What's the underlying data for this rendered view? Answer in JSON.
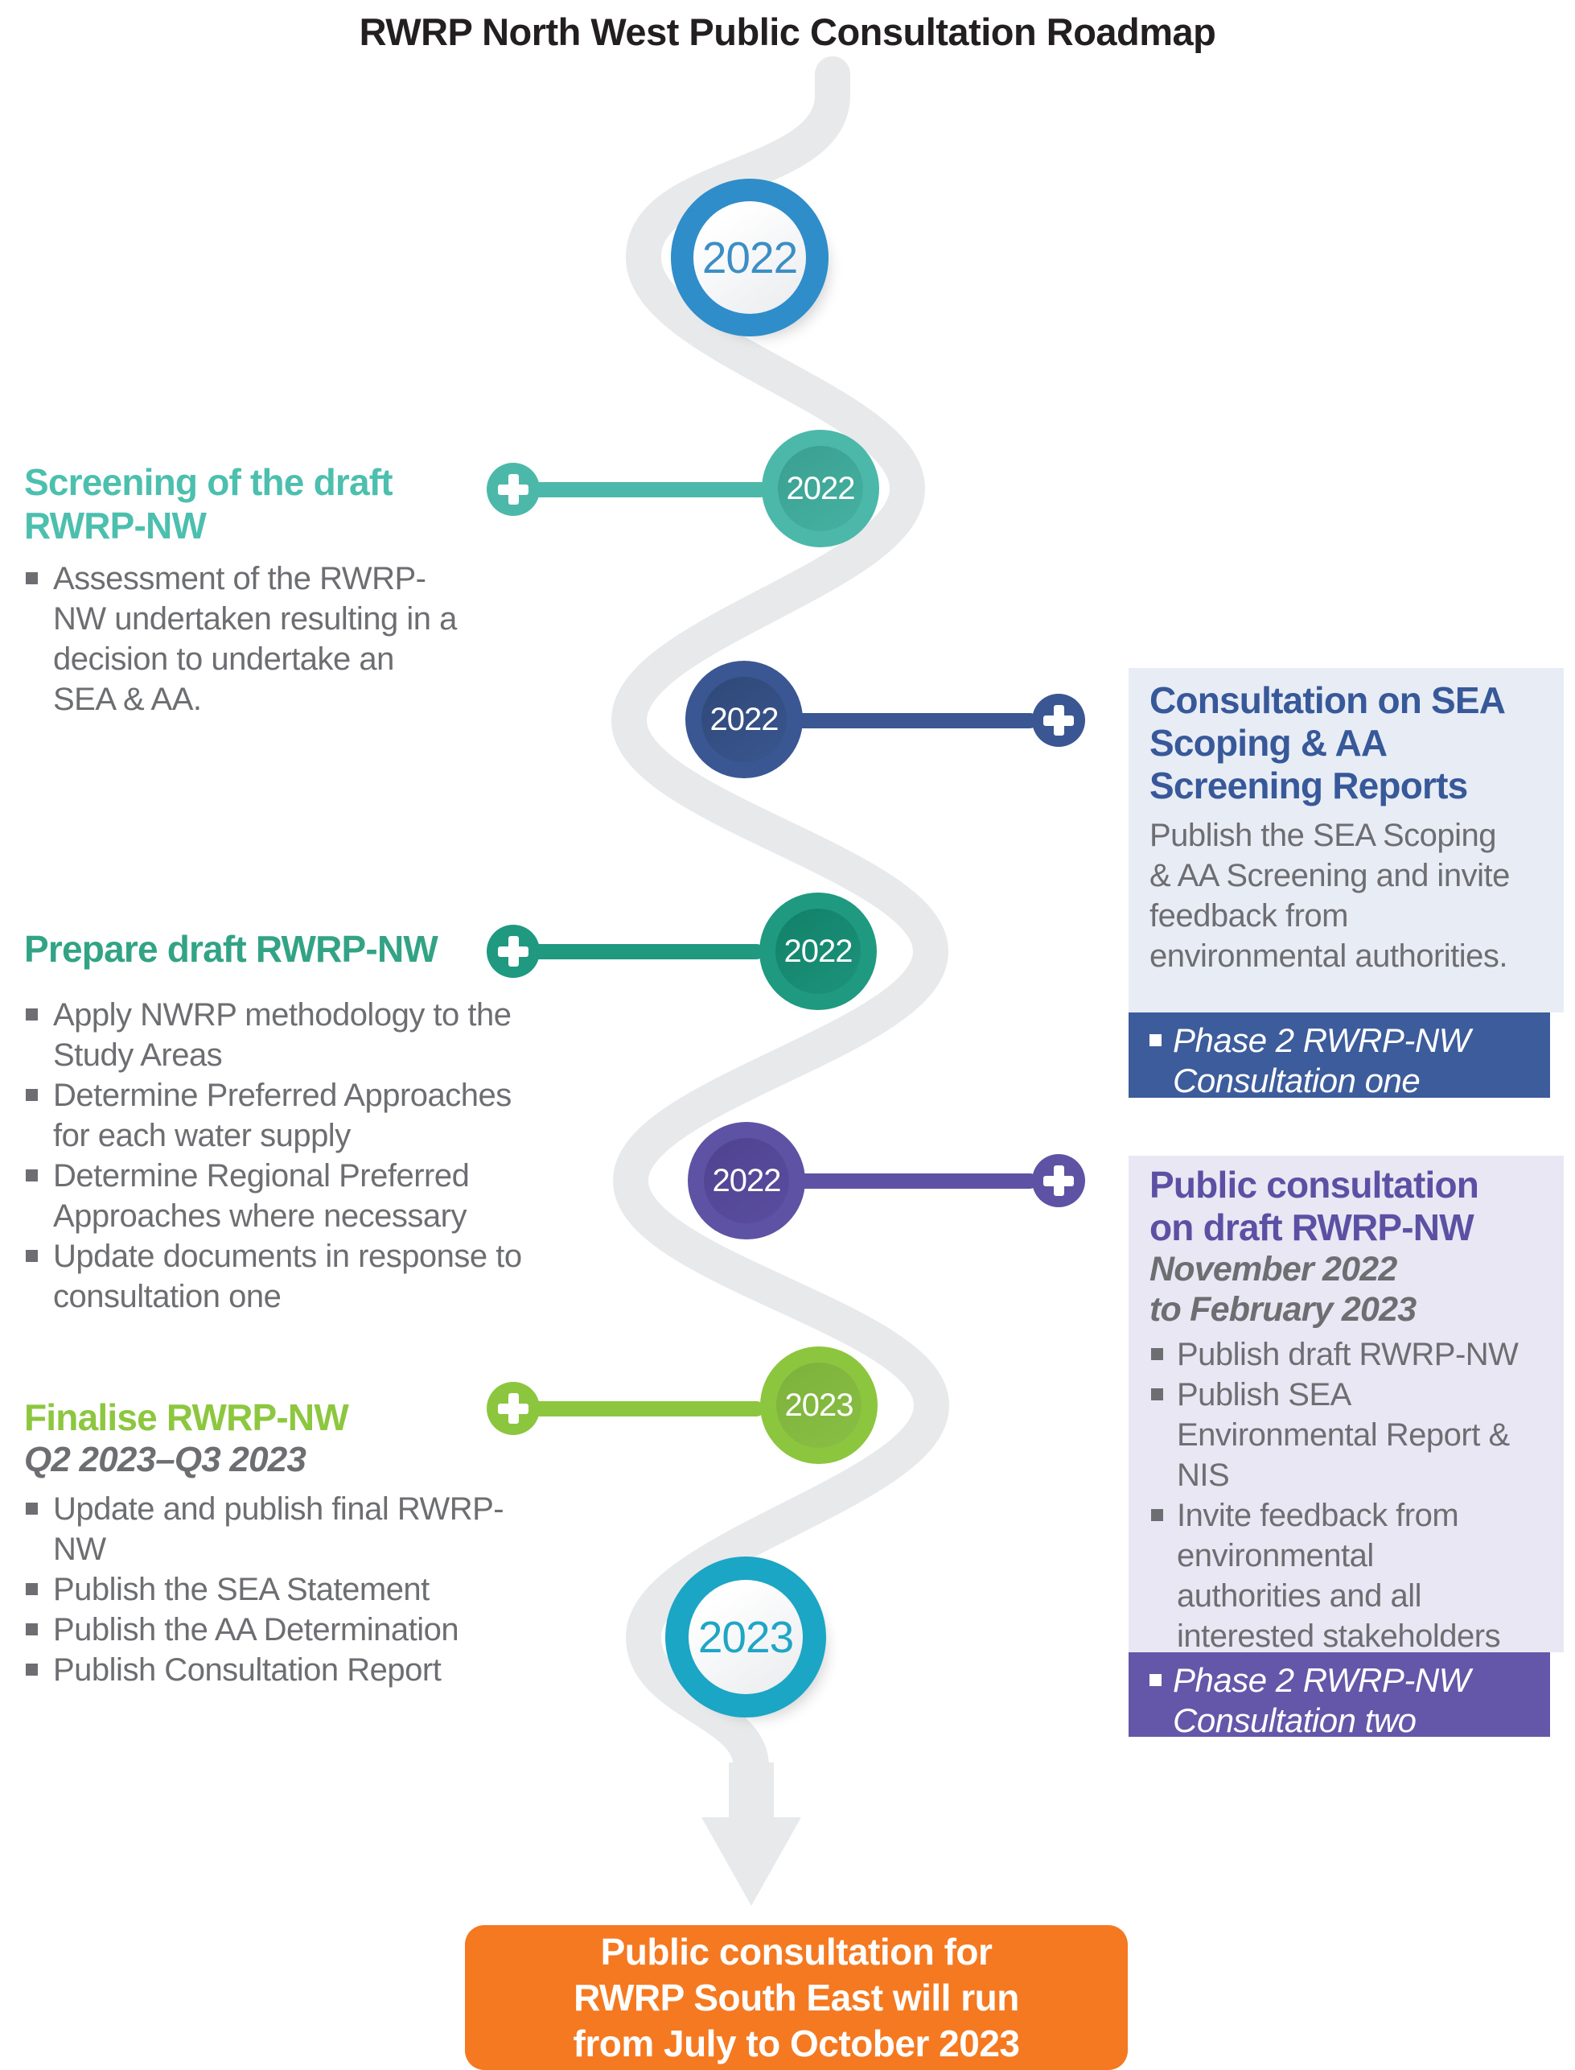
{
  "title": "RWRP North West Public Consultation Roadmap",
  "colors": {
    "track_gray": "#e8e9eb",
    "blue_ring": "#2f8dca",
    "teal": "#4cb8a9",
    "navy": "#3a5794",
    "green": "#1f9a80",
    "purple": "#5e52a5",
    "lime": "#8cc63e",
    "cyan_ring": "#1ca6c6",
    "orange": "#f47920",
    "body_gray": "#6d6e71",
    "right_block1_bg": "#e8ecf4",
    "right_block2_bg": "#e9e7f3",
    "banner1_bg": "#3d5c9c",
    "banner2_bg": "#6456a8"
  },
  "milestones": [
    {
      "year": "2022",
      "style": "ring-blue"
    },
    {
      "year": "2022",
      "style": "teal"
    },
    {
      "year": "2022",
      "style": "navy"
    },
    {
      "year": "2022",
      "style": "green"
    },
    {
      "year": "2022",
      "style": "purple"
    },
    {
      "year": "2023",
      "style": "lime"
    },
    {
      "year": "2023",
      "style": "ring-cyan"
    }
  ],
  "left_blocks": [
    {
      "heading": "Screening of the draft RWRP-NW",
      "bullets": [
        "Assessment of the RWRP-NW undertaken resulting in a decision to undertake an SEA & AA."
      ]
    },
    {
      "heading": "Prepare draft RWRP-NW",
      "bullets": [
        "Apply NWRP methodology to the Study Areas",
        "Determine Preferred Approaches for each water supply",
        "Determine Regional Preferred Approaches where necessary",
        "Update documents in response to consultation one"
      ]
    },
    {
      "heading": "Finalise RWRP-NW",
      "subheading": "Q2 2023–Q3 2023",
      "bullets": [
        "Update and publish final RWRP-NW",
        "Publish the SEA Statement",
        "Publish the AA Determination",
        "Publish Consultation Report"
      ]
    }
  ],
  "right_blocks": [
    {
      "heading": "Consultation on SEA Scoping & AA Screening Reports",
      "body": "Publish the SEA Scoping & AA Screening and invite feedback from environmental authorities.",
      "banner": "Phase 2 RWRP-NW Consultation one"
    },
    {
      "heading": "Public consultation on draft RWRP-NW",
      "subheading": "November 2022 to February 2023",
      "bullets": [
        "Publish draft RWRP-NW",
        "Publish SEA Environmental Report & NIS",
        "Invite feedback from environmental authorities and all interested stakeholders"
      ],
      "banner": "Phase 2 RWRP-NW Consultation two"
    }
  ],
  "footer": {
    "text": "Public consultation for RWRP South East will run from July to October 2023"
  }
}
